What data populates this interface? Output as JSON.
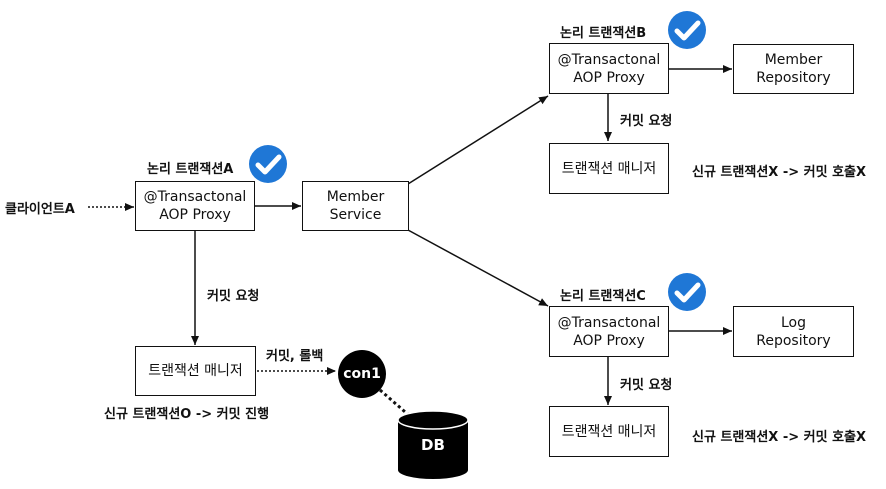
{
  "client": "클라이언트A",
  "transactions": {
    "a": {
      "title": "논리 트랜잭션A",
      "proxy_line1": "@Transactonal",
      "proxy_line2": "AOP Proxy",
      "commit_request": "커밋 요청",
      "manager": "트랜잭션 매니저",
      "note": "신규 트랜잭션O -> 커밋 진행"
    },
    "b": {
      "title": "논리 트랜잭션B",
      "proxy_line1": "@Transactonal",
      "proxy_line2": "AOP Proxy",
      "commit_request": "커밋 요청",
      "manager": "트랜잭션 매니저",
      "note": "신규 트랜잭션X -> 커밋 호출X"
    },
    "c": {
      "title": "논리 트랜잭션C",
      "proxy_line1": "@Transactonal",
      "proxy_line2": "AOP Proxy",
      "commit_request": "커밋 요청",
      "manager": "트랜잭션 매니저",
      "note": "신규 트랜잭션X -> 커밋 호출X"
    }
  },
  "member_service": {
    "line1": "Member",
    "line2": "Service"
  },
  "member_repository": {
    "line1": "Member",
    "line2": "Repository"
  },
  "log_repository": {
    "line1": "Log",
    "line2": "Repository"
  },
  "commit_rollback": "커밋, 롤백",
  "connection": "con1",
  "db": "DB",
  "colors": {
    "check": "#1f77d6",
    "stroke": "#111111",
    "connection": "#000000"
  }
}
